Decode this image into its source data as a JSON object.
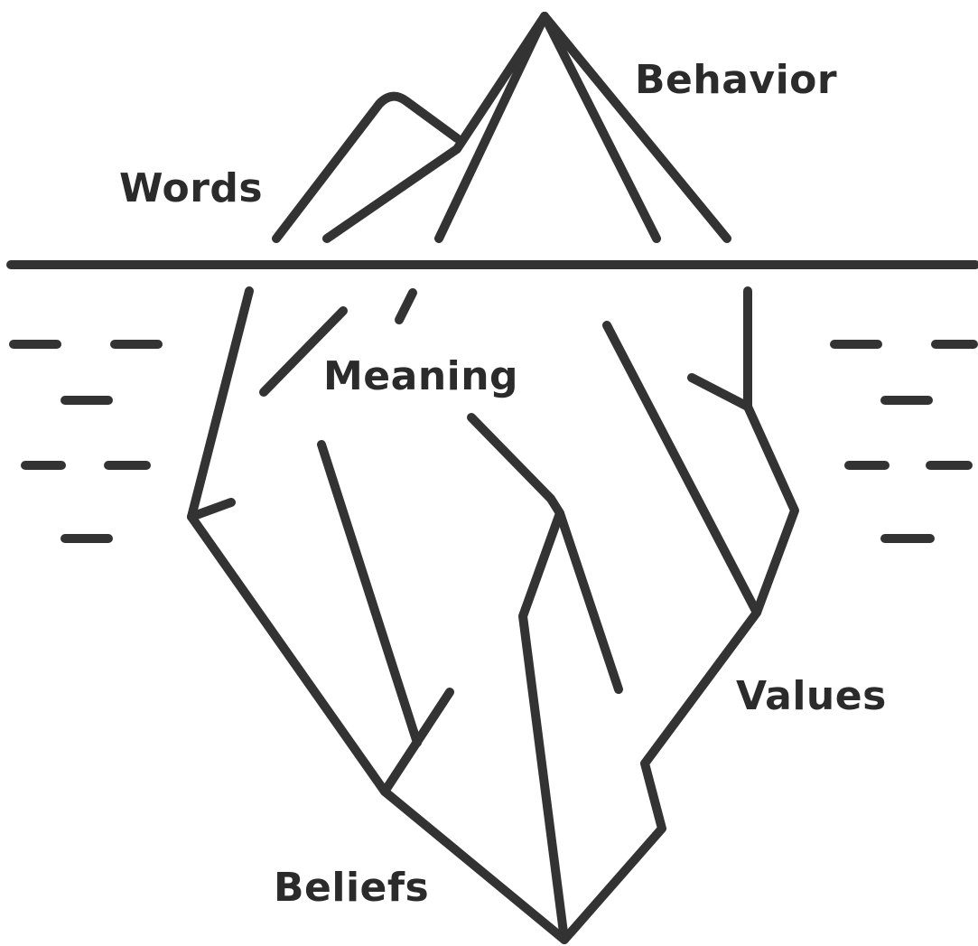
{
  "diagram": {
    "labels": {
      "behavior": "Behavior",
      "words": "Words",
      "meaning": "Meaning",
      "values": "Values",
      "beliefs": "Beliefs"
    },
    "colors": {
      "stroke": "#333333",
      "text": "#2b2b2b",
      "background": "#ffffff"
    }
  }
}
